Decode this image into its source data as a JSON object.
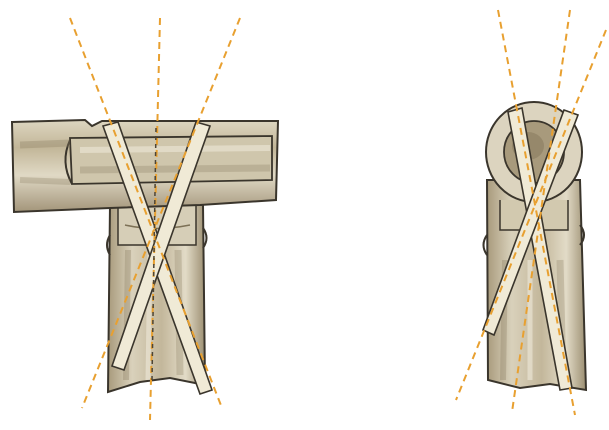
{
  "views": [
    {
      "id": "t-joint",
      "kind": "front view of a T-shaped bamboo joint lashed with crossed rattan strips"
    },
    {
      "id": "end-joint",
      "kind": "end view of the same joint showing the pole cross-section"
    }
  ],
  "colors": {
    "background": "#ffffff",
    "bamboo_base": "#e4ddca",
    "bamboo_shade": "#bdb195",
    "bamboo_dark": "#8a7d61",
    "outline": "#3a352c",
    "strip_fill": "#f0ead6",
    "guide_line": "#e8a030"
  },
  "icons": [
    "bamboo-pole",
    "rattan-strip",
    "guide-line"
  ]
}
